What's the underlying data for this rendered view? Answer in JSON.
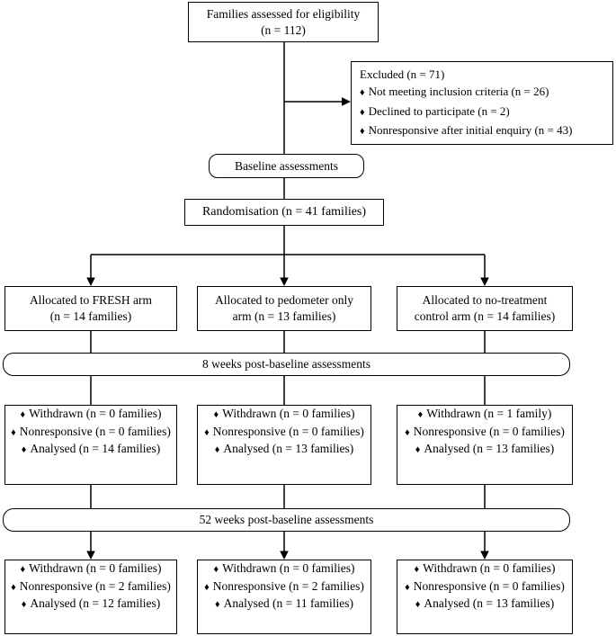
{
  "bullet": "♦",
  "colors": {
    "line": "#000000",
    "box_bg": "#ffffff",
    "border": "#000000"
  },
  "flow": {
    "eligibility": {
      "line1": "Families assessed for eligibility",
      "line2": "(n = 112)"
    },
    "excluded": {
      "title": "Excluded (n = 71)",
      "items": [
        "Not meeting inclusion criteria (n = 26)",
        "Declined to participate (n = 2)",
        "Nonresponsive after initial enquiry (n = 43)"
      ]
    },
    "baseline": {
      "label": "Baseline assessments"
    },
    "randomisation": {
      "label": "Randomisation (n = 41 families)"
    },
    "allocation": [
      {
        "line1": "Allocated to FRESH arm",
        "line2": "(n = 14 families)"
      },
      {
        "line1": "Allocated to pedometer only",
        "line2": "arm (n = 13 families)"
      },
      {
        "line1": "Allocated to no-treatment",
        "line2": "control arm (n = 14 families)"
      }
    ],
    "week8_bar": "8 weeks post-baseline assessments",
    "week8_outcomes": [
      {
        "items": [
          "Withdrawn (n = 0 families)",
          "Nonresponsive (n = 0 families)",
          "Analysed (n = 14 families)"
        ]
      },
      {
        "items": [
          "Withdrawn (n = 0 families)",
          "Nonresponsive (n = 0 families)",
          "Analysed (n = 13 families)"
        ]
      },
      {
        "items": [
          "Withdrawn (n = 1 family)",
          "Nonresponsive (n = 0 families)",
          "Analysed (n = 13 families)"
        ]
      }
    ],
    "week52_bar": "52 weeks post-baseline assessments",
    "week52_outcomes": [
      {
        "items": [
          "Withdrawn (n = 0 families)",
          "Nonresponsive (n = 2 families)",
          "Analysed (n = 12 families)"
        ]
      },
      {
        "items": [
          "Withdrawn (n = 0 families)",
          "Nonresponsive (n = 2 families)",
          "Analysed (n = 11 families)"
        ]
      },
      {
        "items": [
          "Withdrawn (n = 0 families)",
          "Nonresponsive (n = 0 families)",
          "Analysed (n = 13 families)"
        ]
      }
    ]
  }
}
